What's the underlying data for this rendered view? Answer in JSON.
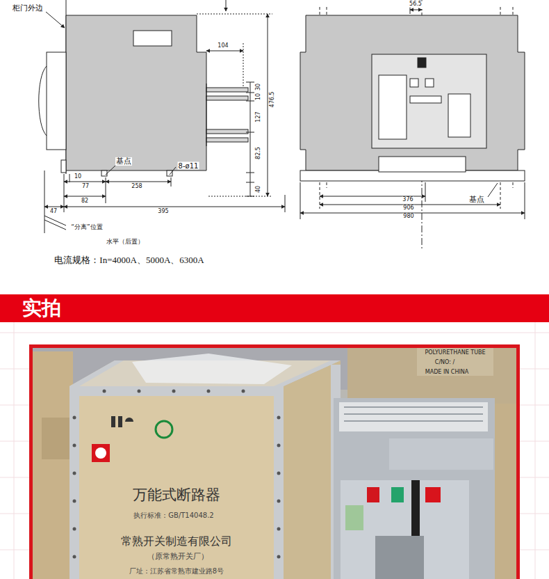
{
  "diagram": {
    "nodes": [
      {
        "text": [
          "实拍"
        ]
      }
    ],
    "labels": [
      "柜门外边",
      "104",
      "30",
      "10",
      "127",
      "476.5",
      "82.5",
      "40",
      "基点",
      "8-ø11",
      "10",
      "77",
      "258",
      "82",
      "395",
      "47",
      "“分离”位置",
      "水平（后置）",
      "电流规格：In=4000A、5000A、6300A",
      "56.5",
      "376",
      "906",
      "980",
      "基点",
      "万能式断路器",
      "执行标准：GB/T14048.2",
      "常熟开关制造有限公司",
      "（原常熟开关厂）",
      "厂址：江苏省常熟市建业路8号",
      "POLYURETHANE TUBE",
      "C/NO:      /",
      "MADE IN CHINA"
    ]
  }
}
